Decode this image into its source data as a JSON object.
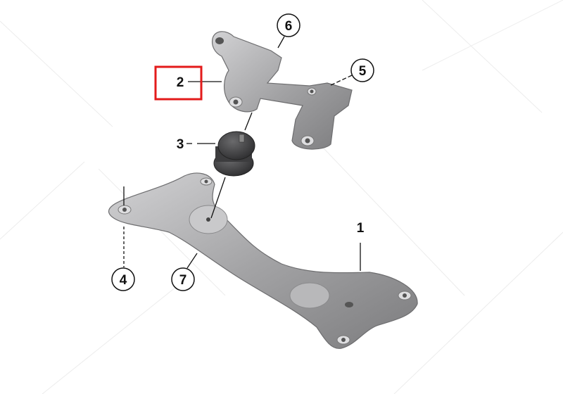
{
  "callouts": {
    "c1": "1",
    "c2": "2",
    "c3": "3",
    "c4": "4",
    "c5": "5",
    "c6": "6",
    "c7": "7"
  },
  "highlight": {
    "callout": "2",
    "color": "#e31b1b"
  },
  "colors": {
    "part_metal": "#a9a9ab",
    "rubber": "#4a4a4c",
    "leader": "#111111"
  }
}
